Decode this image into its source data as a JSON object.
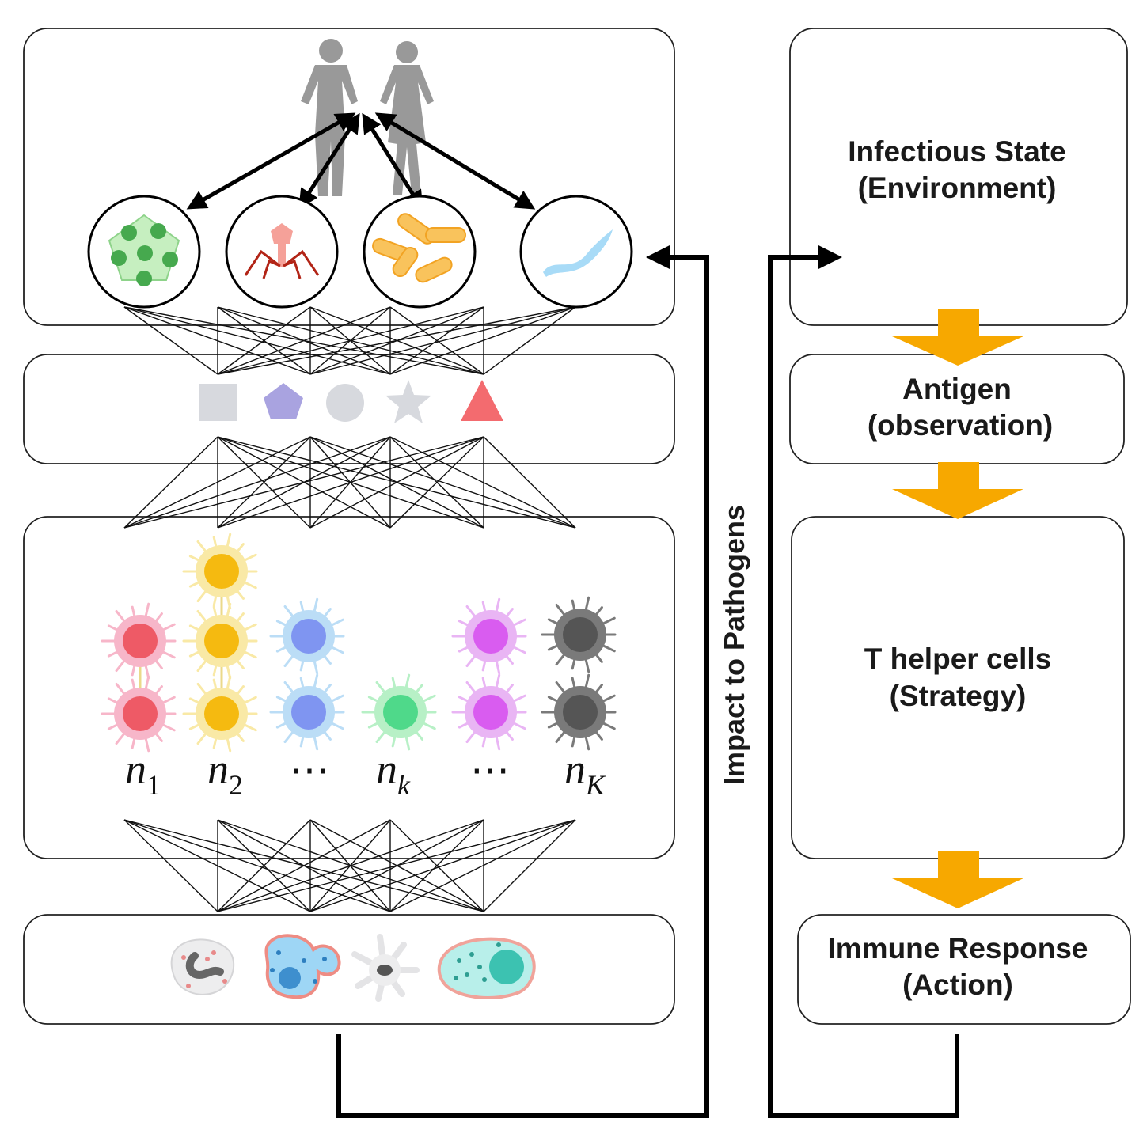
{
  "steps": [
    {
      "line1": "Infectious State",
      "line2": "(Environment)"
    },
    {
      "line1": "Antigen",
      "line2": "(observation)"
    },
    {
      "line1": "T helper cells",
      "line2": "(Strategy)"
    },
    {
      "line1": "Immune Response",
      "line2": "(Action)"
    }
  ],
  "feedback_label": "Impact to Pathogens",
  "types": [
    {
      "letter": "n",
      "sub": "1"
    },
    {
      "letter": "n",
      "sub": "2"
    },
    {
      "dots": "⋯"
    },
    {
      "letter": "n",
      "sub": "k"
    },
    {
      "dots": "⋯"
    },
    {
      "letter": "n",
      "sub": "K"
    }
  ],
  "colors": {
    "arrow_orange": "#F7A800",
    "cell_red": "#EE5A66",
    "cell_yellow": "#F5BA10",
    "cell_blue": "#7F95F1",
    "cell_green": "#4FD98A",
    "cell_purple": "#D95CF0",
    "cell_gray": "#555555"
  },
  "icons": {
    "hosts": "human-pair-icon",
    "pathogens": [
      "virus-infected-cell-icon",
      "bacteriophage-icon",
      "bacteria-icon",
      "parasite-worm-icon"
    ],
    "antigens": [
      "square-antigen-icon",
      "pentagon-antigen-icon",
      "circle-antigen-icon",
      "star-antigen-icon",
      "triangle-antigen-icon"
    ],
    "effectors": [
      "neutrophil-icon",
      "macrophage-icon",
      "dendritic-cell-icon",
      "eosinophil-icon"
    ]
  }
}
